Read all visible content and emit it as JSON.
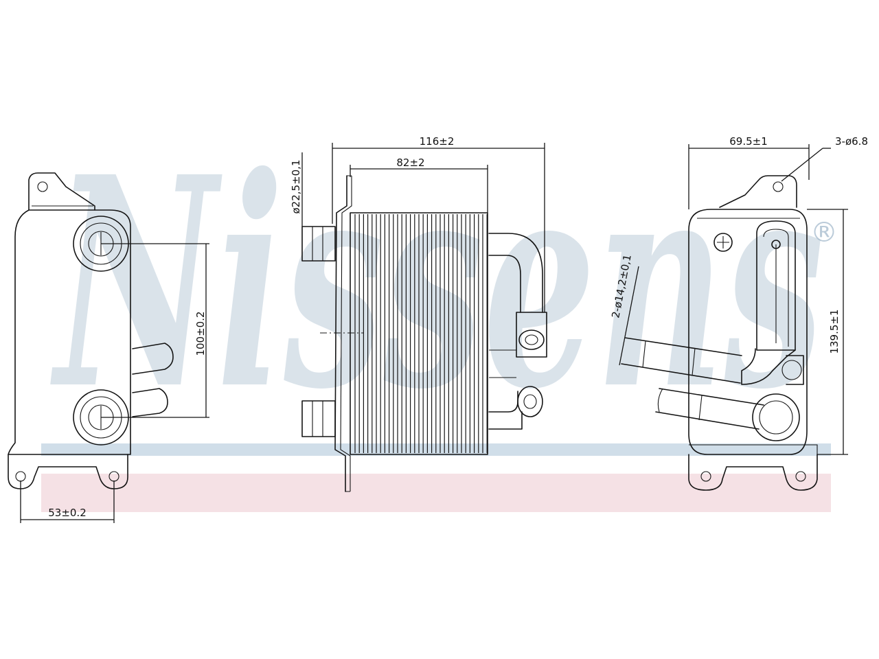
{
  "brand": {
    "watermark_text": "Nissens",
    "registered_mark": "®",
    "watermark_color": "#9fb6c9",
    "band_blue": "#a9c3d7",
    "band_pink": "#e8bcc6"
  },
  "dimensions": {
    "overall_width": "116±2",
    "core_width": "82±2",
    "flange_diameter": "ø22,5±0,1",
    "center_distance": "100±0.2",
    "mount_spacing": "53±0.2",
    "depth": "69.5±1",
    "mount_holes": "3-ø6.8",
    "pipe_diameter": "2-ø14,2±0,1",
    "height": "139.5±1"
  }
}
